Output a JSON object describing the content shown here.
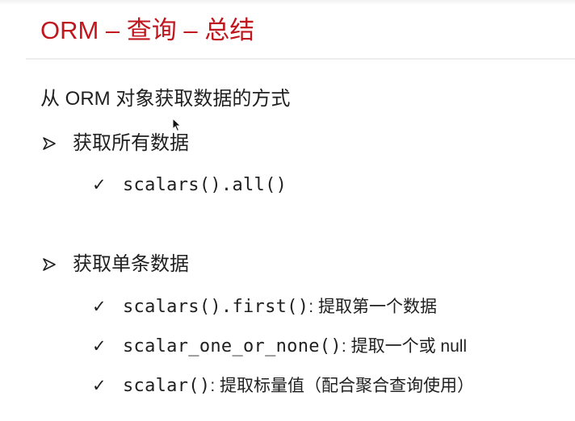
{
  "slide": {
    "title": "ORM – 查询 – 总结",
    "intro": "从 ORM 对象获取数据的方式",
    "sections": [
      {
        "label": "获取所有数据",
        "bullet_icon": "arrowhead-bullet-icon",
        "items": [
          {
            "code": "scalars().all()",
            "desc": ""
          }
        ]
      },
      {
        "label": "获取单条数据",
        "bullet_icon": "arrowhead-bullet-icon",
        "items": [
          {
            "code": "scalars().first()",
            "desc": ": 提取第一个数据"
          },
          {
            "code": "scalar_one_or_none()",
            "desc": ": 提取一个或 null"
          },
          {
            "code": "scalar()",
            "desc": ": 提取标量值（配合聚合查询使用）"
          }
        ]
      }
    ],
    "check_glyph": "✓",
    "colors": {
      "title": "#c0171f",
      "text": "#1f1f1f",
      "divider": "#eceeef"
    }
  }
}
